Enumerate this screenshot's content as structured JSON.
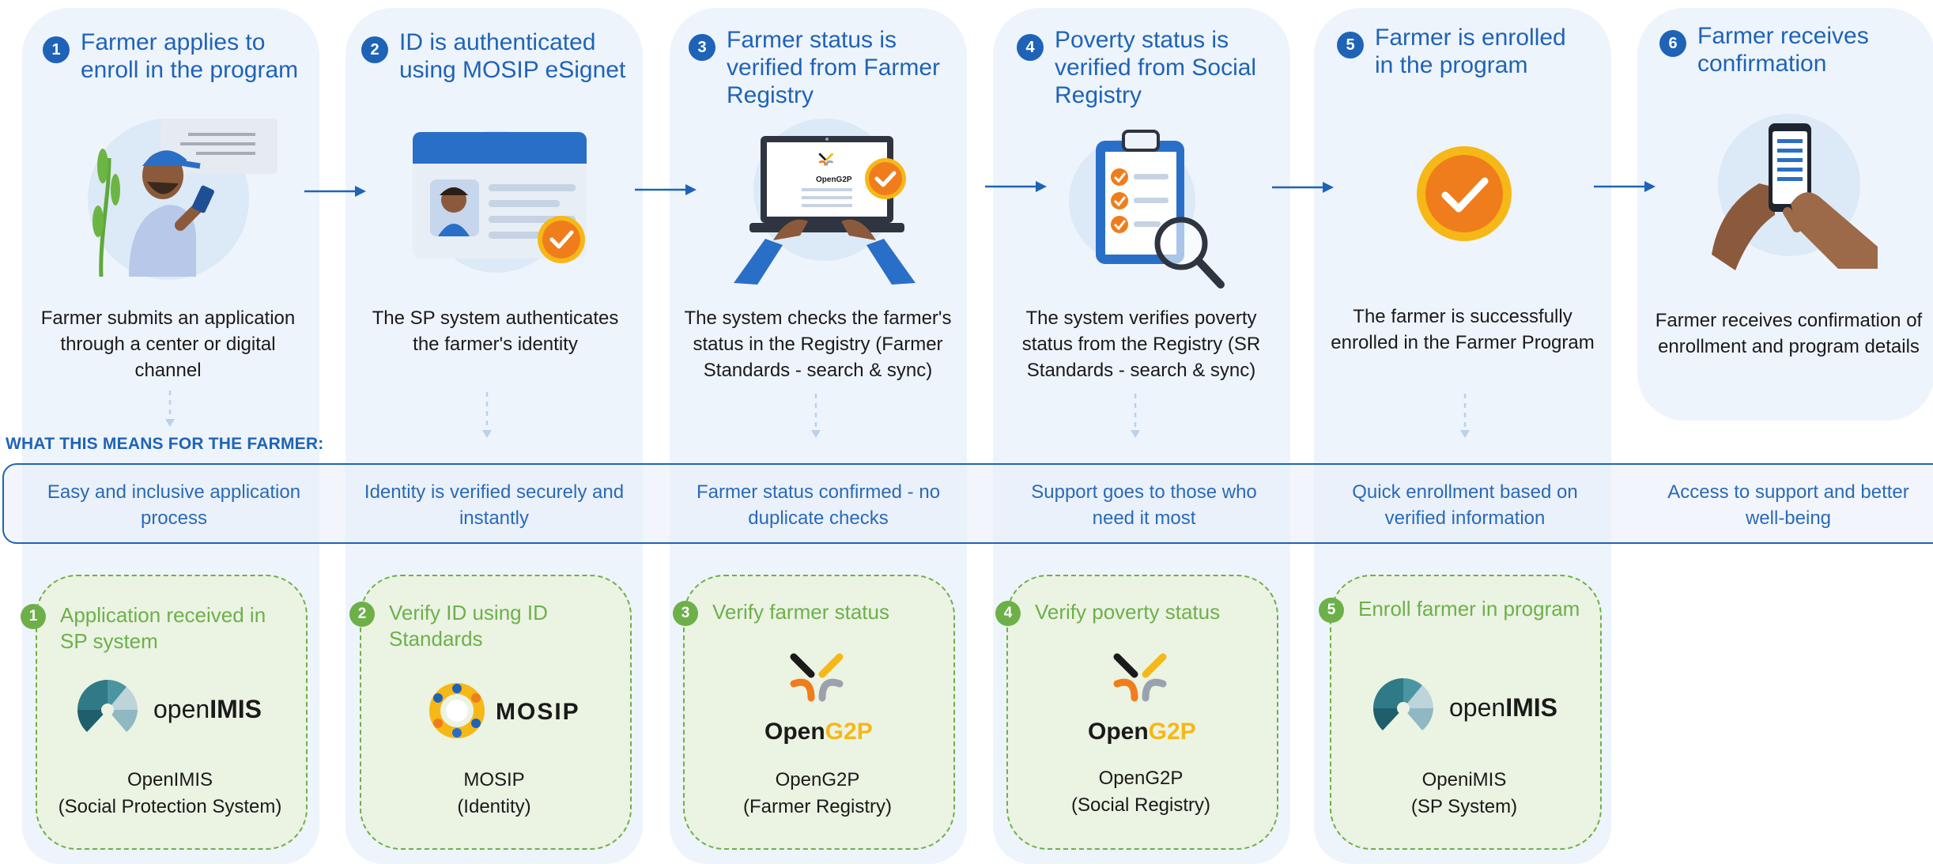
{
  "section_label": "WHAT THIS MEANS FOR THE FARMER:",
  "steps": [
    {
      "num": "1",
      "title": "Farmer applies to enroll in the program",
      "desc": "Farmer submits an application through a center or digital channel",
      "means": "Easy and inclusive application process",
      "illustration": "farmer-with-phone"
    },
    {
      "num": "2",
      "title": "ID is authenticated using MOSIP eSignet",
      "desc": "The SP system authenticates the farmer's identity",
      "means": "Identity is verified securely and instantly",
      "illustration": "id-card-check"
    },
    {
      "num": "3",
      "title": "Farmer status is verified from Farmer Registry",
      "desc": "The system checks the farmer's status in the Registry (Farmer Standards - search & sync)",
      "means": "Farmer status confirmed - no duplicate checks",
      "illustration": "laptop-check",
      "laptop_logo": "OpenG2P"
    },
    {
      "num": "4",
      "title": "Poverty status is verified from Social Registry",
      "desc": "The system verifies poverty status from the Registry (SR Standards - search & sync)",
      "means": "Support goes to those who need it most",
      "illustration": "clipboard-magnifier"
    },
    {
      "num": "5",
      "title": "Farmer is enrolled in the program",
      "desc": "The farmer is successfully enrolled in the Farmer Program",
      "means": "Quick enrollment based on verified information",
      "illustration": "check-circle"
    },
    {
      "num": "6",
      "title": "Farmer receives confirmation",
      "desc": "Farmer receives confirmation of enrollment and program details",
      "means": "Access to support and better well-being",
      "illustration": "hand-phone"
    }
  ],
  "systems": [
    {
      "num": "1",
      "title": "Application received in SP system",
      "logo": "openIMIS",
      "logo_prefix": "open",
      "logo_suffix": "IMIS",
      "name": "OpenIMIS",
      "sub": "(Social Protection System)"
    },
    {
      "num": "2",
      "title": "Verify ID using ID Standards",
      "logo": "MOSIP",
      "logo_text": "MOSIP",
      "name": "MOSIP",
      "sub": "(Identity)"
    },
    {
      "num": "3",
      "title": "Verify farmer status",
      "logo": "OpenG2P",
      "logo_prefix": "Open",
      "logo_suffix": "G2P",
      "name": "OpenG2P",
      "sub": "(Farmer Registry)"
    },
    {
      "num": "4",
      "title": "Verify poverty status",
      "logo": "OpenG2P",
      "logo_prefix": "Open",
      "logo_suffix": "G2P",
      "name": "OpenG2P",
      "sub": "(Social Registry)"
    },
    {
      "num": "5",
      "title": "Enroll farmer in program",
      "logo": "openIMIS",
      "logo_prefix": "open",
      "logo_suffix": "IMIS",
      "name": "OpeniMIS",
      "sub": "(SP System)"
    }
  ],
  "colors": {
    "primary_blue": "#1f63b7",
    "column_bg": "#eef4fb",
    "system_green": "#6db04a",
    "system_bg": "#ebf3e3",
    "check_orange": "#f07d1c",
    "logo_yellow": "#f6b817",
    "openimis_teal": "#2f7a86"
  }
}
